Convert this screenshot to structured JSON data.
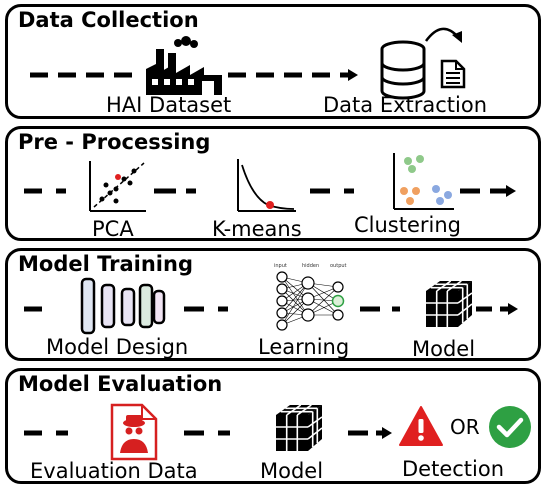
{
  "panels": [
    {
      "title": "Data Collection",
      "labels": [
        "HAI Dataset",
        "Data Extraction"
      ]
    },
    {
      "title": "Pre - Processing",
      "labels": [
        "PCA",
        "K-means",
        "Clustering"
      ]
    },
    {
      "title": "Model Training",
      "labels": [
        "Model Design",
        "Learning",
        "Model"
      ],
      "nn_labels": {
        "input": "input",
        "hidden": "hidden",
        "output": "output"
      }
    },
    {
      "title": "Model Evaluation",
      "labels": [
        "Evaluation Data",
        "Model",
        "Detection"
      ],
      "or_text": "OR"
    }
  ],
  "colors": {
    "stroke": "#000000",
    "red": "#e02020",
    "green": "#2ea043",
    "model_design_bars": [
      "#dfe6f2",
      "#e8e4f4",
      "#dcebe0",
      "#f1e4f3"
    ],
    "cluster_points": [
      "#8fc98a",
      "#f0a060",
      "#8aa8e0"
    ]
  },
  "icons": [
    "factory-icon",
    "database-icon",
    "document-icon",
    "pca-plot-icon",
    "elbow-plot-icon",
    "cluster-plot-icon",
    "model-design-icon",
    "neural-network-icon",
    "cube-icon",
    "spy-document-icon",
    "warning-icon",
    "check-icon"
  ]
}
